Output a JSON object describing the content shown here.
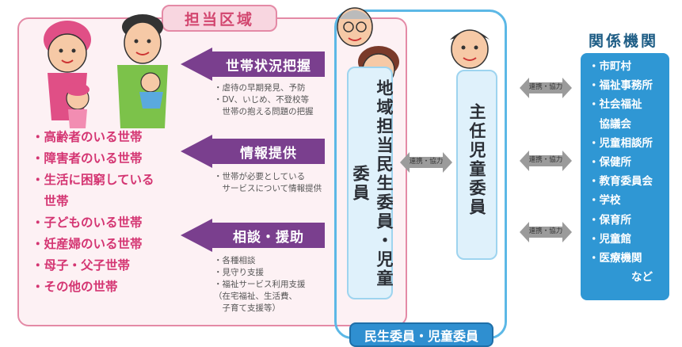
{
  "area": {
    "title": "担当区域",
    "targets": [
      "・高齢者のいる世帯",
      "・障害者のいる世帯",
      "・生活に困窮している",
      "　世帯",
      "・子どものいる世帯",
      "・妊産婦のいる世帯",
      "・母子・父子世帯",
      "・その他の世帯"
    ]
  },
  "activities": [
    {
      "label": "世帯状況把握",
      "desc": [
        "・虐待の早期発見、予防",
        "・DV、いじめ、不登校等",
        "　世帯の抱える問題の把握"
      ]
    },
    {
      "label": "情報提供",
      "desc": [
        "・世帯が必要としている",
        "　サービスについて情報提供"
      ]
    },
    {
      "label": "相談・援助",
      "desc": [
        "・各種相談",
        "・見守り支援",
        "・福祉サービス利用支援",
        "（在宅福祉、生活費、",
        "　子育て支援等）"
      ]
    }
  ],
  "center": {
    "regional": "地域担当民生委員・児童委員",
    "chief": "主任児童委員",
    "footer": "民生委員・児童委員",
    "link_label": "連携・協力"
  },
  "agencies": {
    "title": "関係機関",
    "items": [
      "・市町村",
      "・福祉事務所",
      "・社会福祉",
      "　協議会",
      "・児童相談所",
      "・保健所",
      "・教育委員会",
      "・学校",
      "・保育所",
      "・児童館",
      "・医療機関",
      "　　　　など"
    ]
  },
  "colors": {
    "pink": "#e48aa6",
    "arrow": "#7a3f8e",
    "blue": "#2f97d4",
    "target_text": "#d43572"
  }
}
